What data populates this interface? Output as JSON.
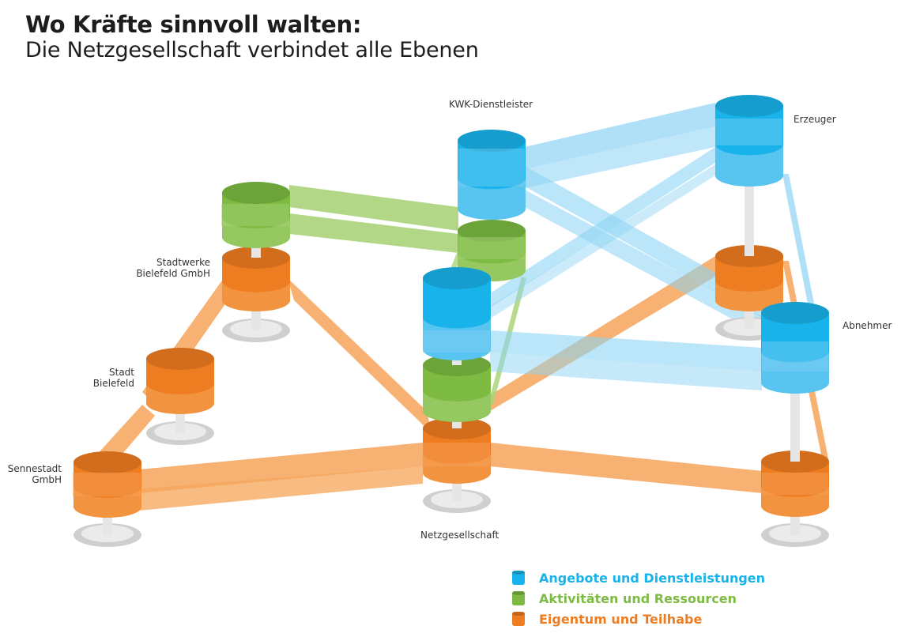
{
  "header": {
    "title": "Wo Kräfte sinnvoll walten:",
    "subtitle": "Die Netzgesellschaft verbindet alle Ebenen"
  },
  "colors": {
    "blue": "#17b3ea",
    "blue_light": "#8dd3f4",
    "green": "#7dbb42",
    "green_light": "#a9d37a",
    "orange": "#ee7d22",
    "orange_light": "#f6a55a",
    "pole": "#e6e6e6",
    "base": "#cfcfcf"
  },
  "nodes": {
    "kwk": "KWK-Dienstleister",
    "erzeuger": "Erzeuger",
    "stadtwerke_1": "Stadtwerke",
    "stadtwerke_2": "Bielefeld GmbH",
    "stadt_1": "Stadt",
    "stadt_2": "Bielefeld",
    "abnehmer": "Abnehmer",
    "sennestadt_1": "Sennestadt",
    "sennestadt_2": "GmbH",
    "netz": "Netzgesellschaft"
  },
  "legend": [
    {
      "label": "Angebote und Dienstleistungen",
      "color": "#17b3ea"
    },
    {
      "label": "Aktivitäten und Ressourcen",
      "color": "#7dbb42"
    },
    {
      "label": "Eigentum und Teilhabe",
      "color": "#ee7d22"
    }
  ]
}
